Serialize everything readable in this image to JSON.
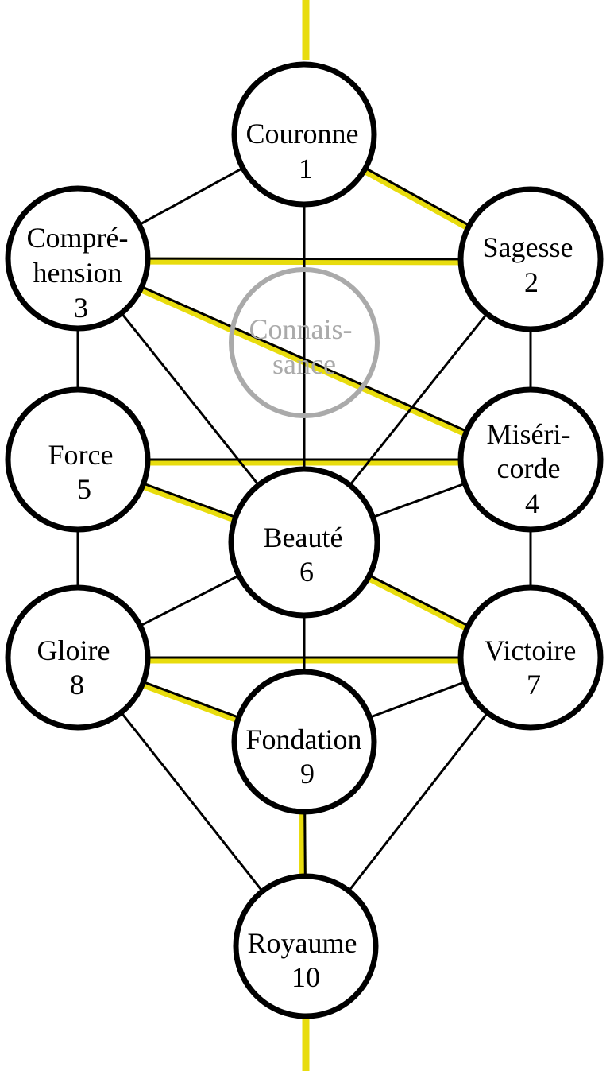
{
  "colors": {
    "line": "#000000",
    "highlight": "#e8dc0e",
    "ghost": "#aaaaaa",
    "node_fill": "#ffffff"
  },
  "nodes": {
    "couronne": {
      "lines": [
        "Couronne",
        "1"
      ]
    },
    "sagesse": {
      "lines": [
        "Sagesse",
        "2"
      ]
    },
    "comprehension": {
      "lines": [
        "Compré-",
        "hension",
        "3"
      ]
    },
    "connaissance": {
      "lines": [
        "Connais-",
        "sance"
      ]
    },
    "misericorde": {
      "lines": [
        "Miséri-",
        "corde",
        "4"
      ]
    },
    "force": {
      "lines": [
        "Force",
        "5"
      ]
    },
    "beaute": {
      "lines": [
        "Beauté",
        "6"
      ]
    },
    "victoire": {
      "lines": [
        "Victoire",
        "7"
      ]
    },
    "gloire": {
      "lines": [
        "Gloire",
        "8"
      ]
    },
    "fondation": {
      "lines": [
        "Fondation",
        "9"
      ]
    },
    "royaume": {
      "lines": [
        "Royaume",
        "10"
      ]
    }
  },
  "paths": [
    {
      "from": "couronne",
      "to": "sagesse",
      "highlight": true
    },
    {
      "from": "couronne",
      "to": "comprehension",
      "highlight": false
    },
    {
      "from": "couronne",
      "to": "beaute",
      "highlight": false
    },
    {
      "from": "comprehension",
      "to": "sagesse",
      "highlight": true
    },
    {
      "from": "comprehension",
      "to": "misericorde",
      "highlight": true
    },
    {
      "from": "comprehension",
      "to": "force",
      "highlight": false
    },
    {
      "from": "comprehension",
      "to": "beaute",
      "highlight": false
    },
    {
      "from": "sagesse",
      "to": "misericorde",
      "highlight": false
    },
    {
      "from": "sagesse",
      "to": "beaute",
      "highlight": false
    },
    {
      "from": "force",
      "to": "misericorde",
      "highlight": true
    },
    {
      "from": "force",
      "to": "beaute",
      "highlight": true
    },
    {
      "from": "force",
      "to": "gloire",
      "highlight": false
    },
    {
      "from": "misericorde",
      "to": "beaute",
      "highlight": false
    },
    {
      "from": "misericorde",
      "to": "victoire",
      "highlight": false
    },
    {
      "from": "beaute",
      "to": "gloire",
      "highlight": false
    },
    {
      "from": "beaute",
      "to": "victoire",
      "highlight": true
    },
    {
      "from": "beaute",
      "to": "fondation",
      "highlight": false
    },
    {
      "from": "gloire",
      "to": "victoire",
      "highlight": true
    },
    {
      "from": "gloire",
      "to": "fondation",
      "highlight": true
    },
    {
      "from": "gloire",
      "to": "royaume",
      "highlight": false
    },
    {
      "from": "victoire",
      "to": "fondation",
      "highlight": false
    },
    {
      "from": "victoire",
      "to": "royaume",
      "highlight": false
    },
    {
      "from": "fondation",
      "to": "royaume",
      "highlight": true
    }
  ]
}
